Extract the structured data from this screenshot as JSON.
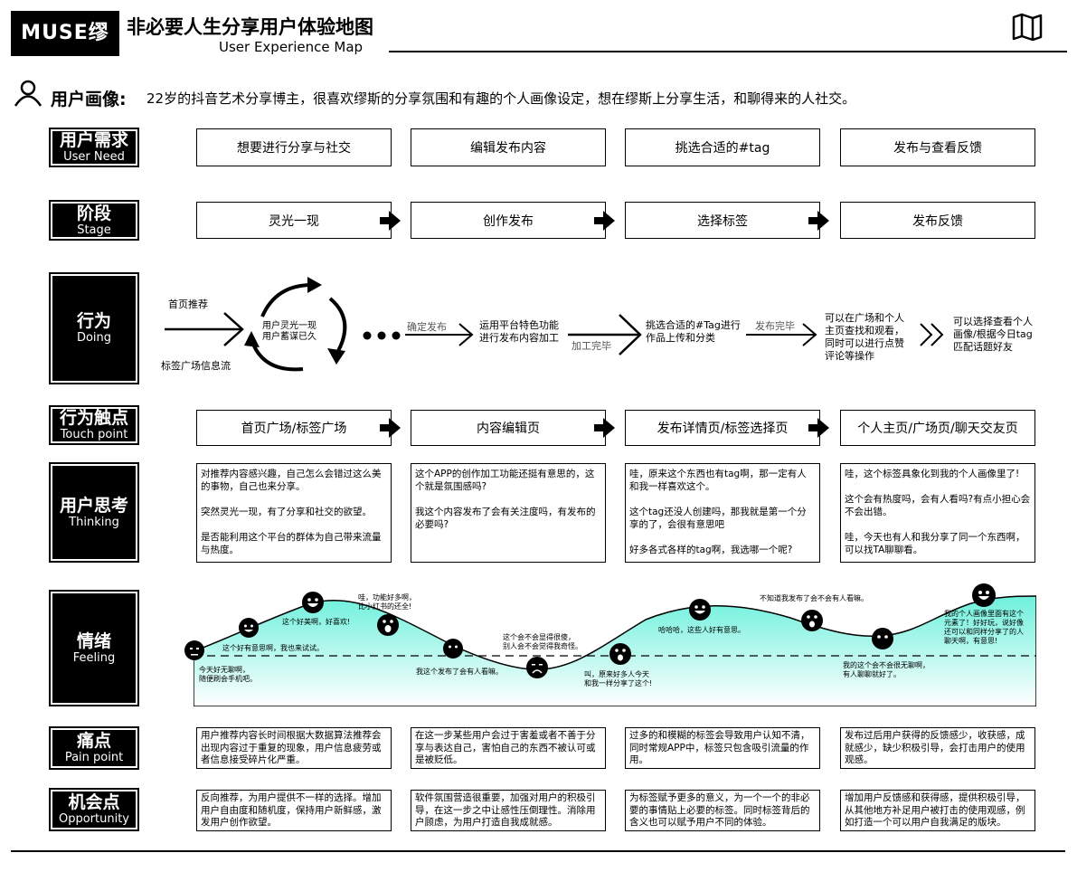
{
  "header": {
    "logo": "MUSE缪斯",
    "title": "非必要人生分享用户体验地图",
    "subtitle": "User Experience Map"
  },
  "persona": {
    "label": "用户画像:",
    "text": "22岁的抖音艺术分享博主，很喜欢缪斯的分享氛围和有趣的个人画像设定，想在缪斯上分享生活，和聊得来的人社交。"
  },
  "rows": {
    "need": {
      "cn": "用户需求",
      "en": "User Need"
    },
    "stage": {
      "cn": "阶段",
      "en": "Stage"
    },
    "doing": {
      "cn": "行为",
      "en": "Doing"
    },
    "touch": {
      "cn": "行为触点",
      "en": "Touch point"
    },
    "thinking": {
      "cn": "用户思考",
      "en": "Thinking"
    },
    "feeling": {
      "cn": "情绪",
      "en": "Feeling"
    },
    "pain": {
      "cn": "痛点",
      "en": "Pain point"
    },
    "opportunity": {
      "cn": "机会点",
      "en": "Opportunity"
    }
  },
  "needs": [
    "想要进行分享与社交",
    "编辑发布内容",
    "挑选合适的#tag",
    "发布与查看反馈"
  ],
  "stages": [
    "灵光一现",
    "创作发布",
    "选择标签",
    "发布反馈"
  ],
  "doing": {
    "entry_top": "首页推荐",
    "entry_bottom": "标签广场信息流",
    "cycle_text": "用户灵光一现\n用户蓄谋已久",
    "step1_label": "确定发布",
    "step1_text": "运用平台特色功能\n进行发布内容加工",
    "step2_label": "加工完毕",
    "step2_text": "挑选合适的#Tag进行\n作品上传和分类",
    "step3_label": "发布完毕",
    "step3_text": "可以在广场和个人\n主页查找和观看，\n同时可以进行点赞\n评论等操作",
    "step4_text": "可以选择查看个人\n画像/根据今日tag\n匹配话题好友"
  },
  "touchpoints": [
    "首页广场/标签广场",
    "内容编辑页",
    "发布详情页/标签选择页",
    "个人主页/广场页/聊天交友页"
  ],
  "thinking": [
    "对推荐内容感兴趣，自己怎么会错过这么美的事物，自己也来分享。\n\n突然灵光一现，有了分享和社交的欲望。\n\n是否能利用这个平台的群体为自己带来流量与热度。",
    "这个APP的创作加工功能还挺有意思的，这个就是氛围感吗?\n\n我这个内容发布了会有关注度吗，有发布的必要吗?",
    "哇，原来这个东西也有tag啊，那一定有人和我一样喜欢这个。\n\n这个tag还没人创建吗，那我就是第一个分享的了，会很有意思吧\n\n好多各式各样的tag啊，我选哪一个呢?",
    "哇，这个标签具象化到我的个人画像里了!\n\n这个会有热度吗，会有人看吗?有点小担心会不会出错。\n\n哇，今天也有人和我分享了同一个东西啊，可以找TA聊聊看。"
  ],
  "feelings": [
    "今天好无聊啊，\n随便刷会手机吧。",
    "这个好有意思啊，我也来试试。",
    "这个好美啊，好喜欢!",
    "哇，功能好多啊，\n比小红书的还全!",
    "我这个发布了会有人看嘛。",
    "这个会不会显得很傻，\n别人会不会觉得我奇怪。",
    "叫，原来好多人今天\n和我一样分享了这个!",
    "哈哈哈，这些人好有意思。",
    "不知道我发布了会不会有人看嘛。",
    "我的这个会不会很无聊啊，\n有人聊聊就好了。",
    "我的个人画像里面有这个\n元素了！好好玩，说好像\n还可以和同样分享了的人\n聊天啊，有意思!"
  ],
  "pains": [
    "用户推荐内容长时间根据大数据算法推荐会出现内容过于重复的现象，用户信息疲劳或者信息接受碎片化严重。",
    "在这一步某些用户会过于害羞或者不善于分享与表达自己，害怕自己的东西不被认可或是被贬低。",
    "过多的和模糊的标签会导致用户认知不清，同时常规APP中，标签只包含吸引流量的作用。",
    "发布过后用户获得的反馈感少，收获感，成就感少，缺少积极引导，会打击用户的使用观感。"
  ],
  "opportunities": [
    "反向推荐，为用户提供不一样的选择。增加用户自由度和随机度，保持用户新鲜感，激发用户创作欲望。",
    "软件氛围营造很重要，加强对用户的积极引导，在这一步之中让感性压倒理性。消除用户顾虑，为用户打造自我成就感。",
    "为标签赋予更多的意义，为一个一个的非必要的事情贴上必要的标签。同时标签背后的含义也可以赋予用户不同的体验。",
    "增加用户反馈感和获得感，提供积极引导，从其他地方补足用户被打击的使用观感，例如打造一个可以用户自我满足的版块。"
  ],
  "colors": {
    "accent_gradient_start": "#7ff5e6",
    "accent_gradient_end": "#ffffff"
  },
  "icons": [
    "user-icon",
    "map-icon",
    "cycle-arrows-icon",
    "arrow-right-icon",
    "chevron-double-right-icon",
    "emoji-face-icon"
  ]
}
